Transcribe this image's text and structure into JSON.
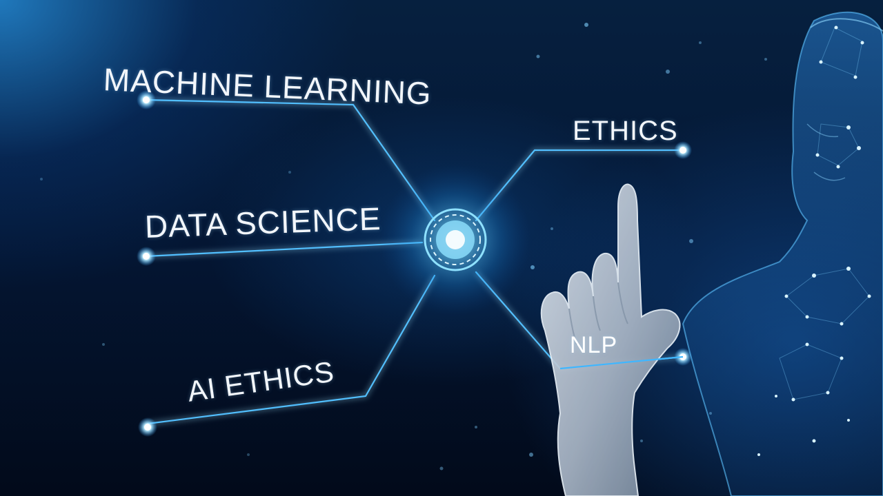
{
  "labels": {
    "machine_learning": "MACHINE LEARNING",
    "data_science": "DATA SCIENCE",
    "ai_ethics": "AI ETHICS",
    "ethics": "ETHICS",
    "nlp": "NLP"
  },
  "colors": {
    "accent": "#4fc3ff",
    "glow": "#9fe4ff",
    "background": "#041633"
  }
}
